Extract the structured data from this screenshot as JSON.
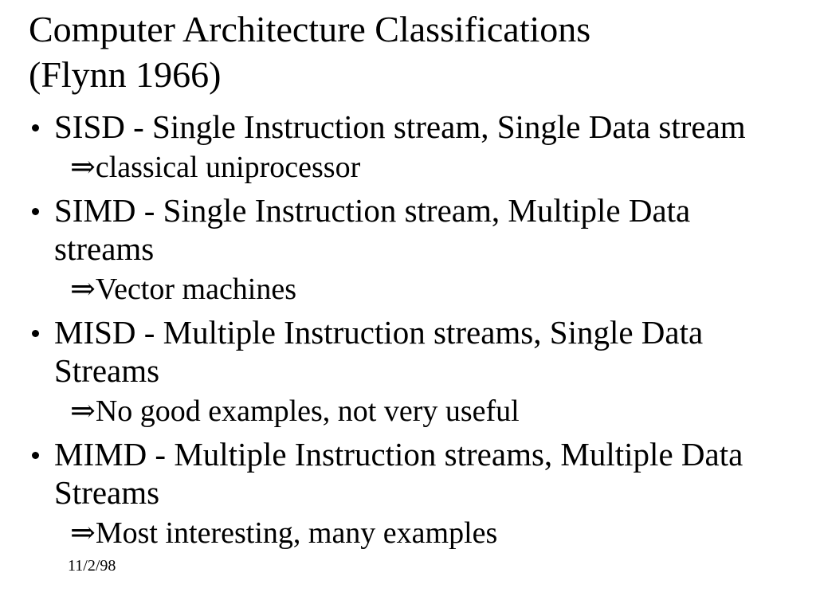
{
  "slide": {
    "title": "Computer Architecture Classifications\n(Flynn 1966)",
    "arrow_glyph": "⇒",
    "bullets": [
      {
        "text": "SISD - Single Instruction stream, Single Data stream",
        "sub": "classical uniprocessor"
      },
      {
        "text": "SIMD - Single Instruction stream, Multiple Data\nstreams",
        "sub": "Vector machines"
      },
      {
        "text": "MISD - Multiple Instruction streams, Single Data\nStreams",
        "sub": "No good examples, not very useful"
      },
      {
        "text": "MIMD - Multiple Instruction streams, Multiple Data\nStreams",
        "sub": "Most interesting, many examples"
      }
    ],
    "footer_date": "11/2/98",
    "text_color": "#000000",
    "background_color": "#ffffff"
  }
}
